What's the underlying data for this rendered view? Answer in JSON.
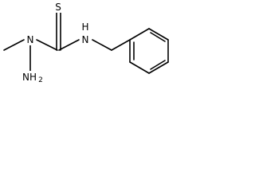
{
  "molecule": {
    "atoms": {
      "sulfur": "S",
      "thioamide_nitrogen": "N",
      "amide_nitrogen": "H",
      "amide_nitrogen_symbol": "N",
      "amino_group": "NH",
      "amino_subscript": "2"
    }
  },
  "colors": {
    "background": "#ffffff",
    "bond": "#000000",
    "label": "#000000"
  }
}
